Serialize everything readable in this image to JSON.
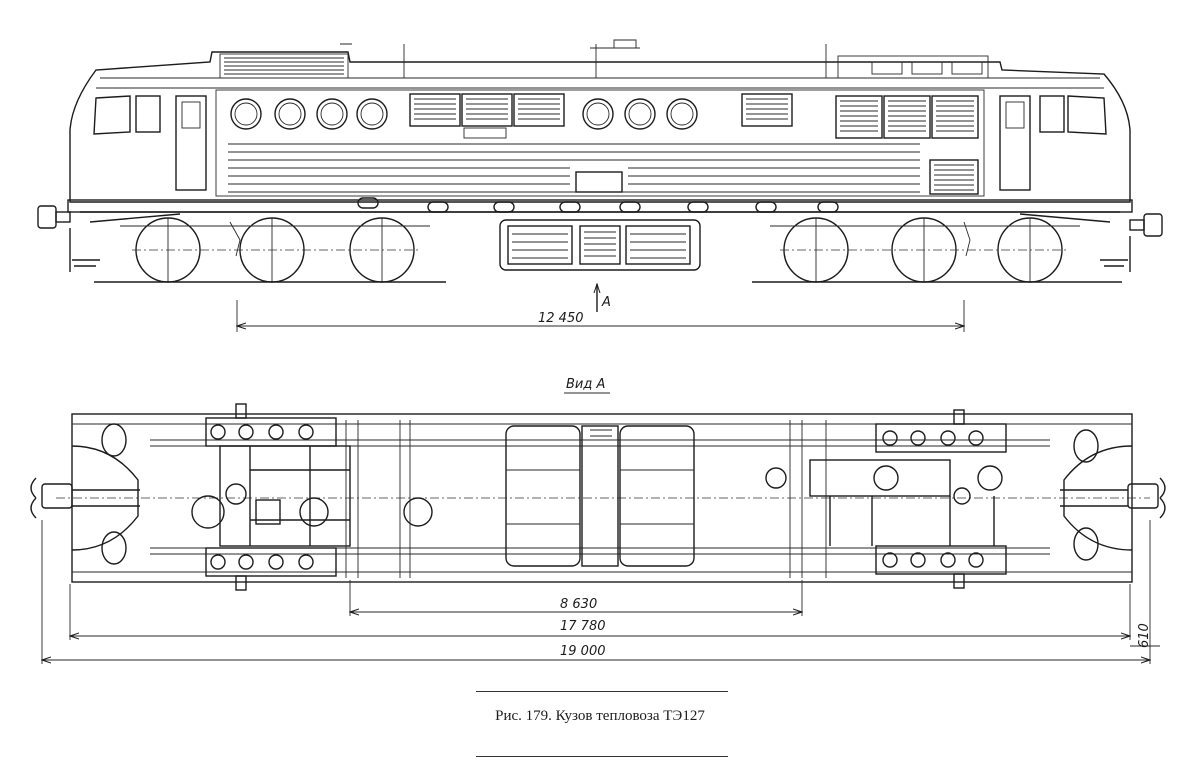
{
  "figure": {
    "caption": "Рис. 179. Кузов тепловоза ТЭ127",
    "view_label": "Вид А",
    "arrow_label": "А"
  },
  "dimensions": {
    "bogie_centers": "12 450",
    "pivot_distance": "8 630",
    "frame_length": "17 780",
    "overall_length": "19 000",
    "end_offset": "610"
  }
}
